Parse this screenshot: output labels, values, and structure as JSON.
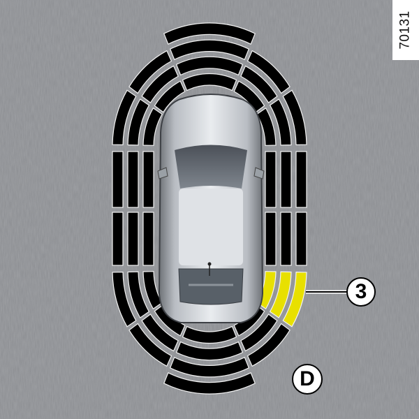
{
  "figure_ref": "70131",
  "callouts": {
    "zone_label": "3",
    "view_label": "D"
  },
  "sensors": {
    "inactive_color": "#000000",
    "active_color": "#e8e000",
    "active_zone": "rear-right-side",
    "active_rings": [
      1,
      2,
      3
    ]
  }
}
